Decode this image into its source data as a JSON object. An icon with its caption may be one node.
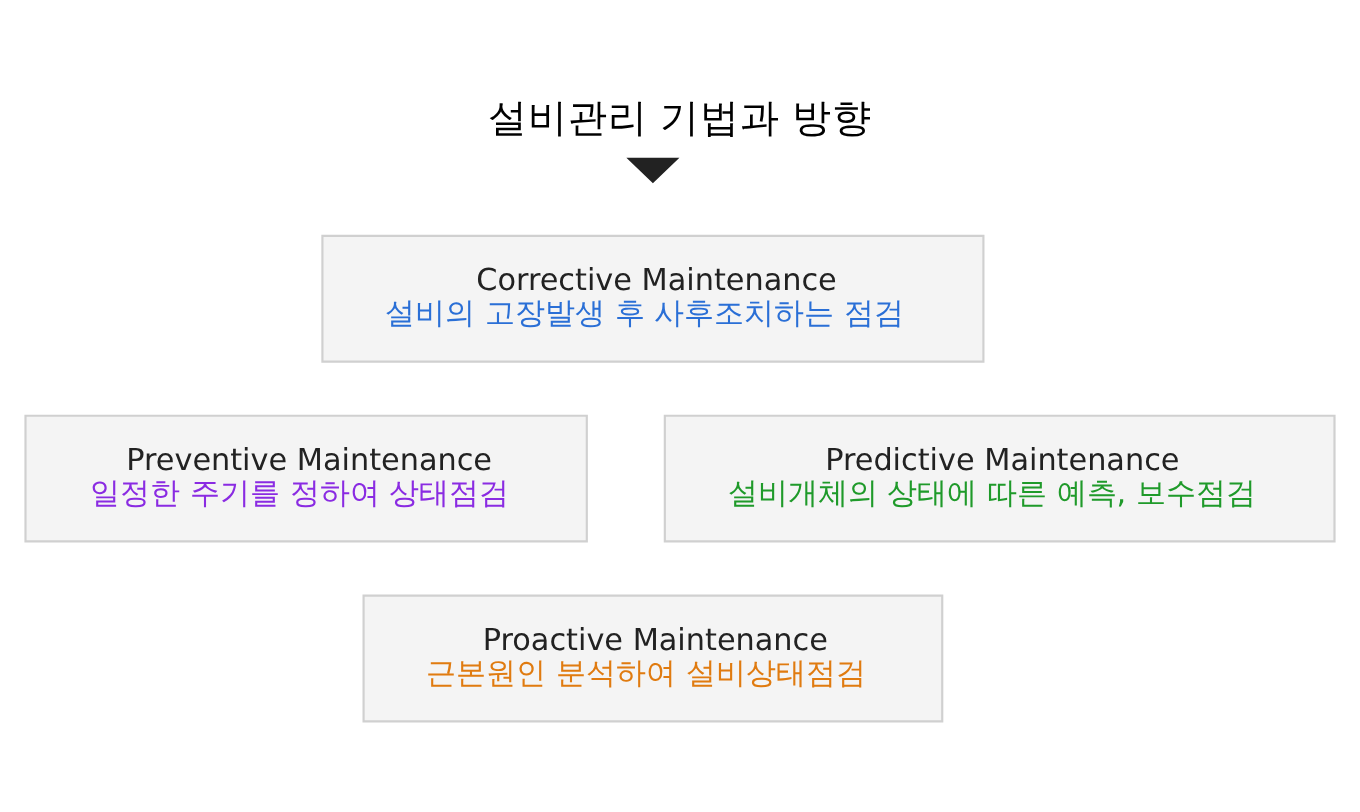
{
  "diagram": {
    "title": "설비관리 기법과 방향",
    "nodes": [
      {
        "text": [
          "Corrective Maintenance",
          "설비의 고장발생 후 사후조치하는 점검"
        ]
      },
      {
        "text": [
          "Preventive Maintenance",
          "일정한 주기를 정하여 상태점검"
        ]
      },
      {
        "text": [
          "Predictive Maintenance",
          "설비개체의 상태에 따른 예측, 보수점검"
        ]
      },
      {
        "text": [
          "Proactive Maintenance",
          "근본원인 분석하여 설비상태점검"
        ]
      }
    ]
  }
}
